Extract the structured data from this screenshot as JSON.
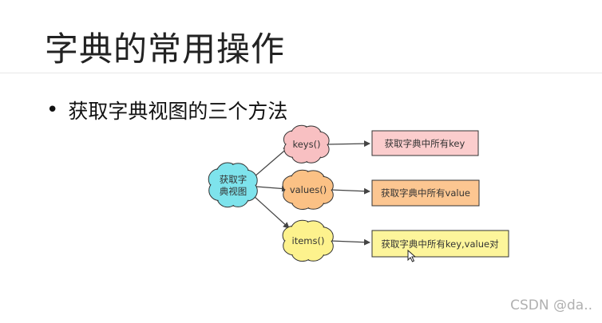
{
  "slide": {
    "title": "字典的常用操作",
    "bullet": "获取字典视图的三个方法"
  },
  "diagram": {
    "source": {
      "label_line1": "获取字",
      "label_line2": "典视图",
      "color": "#7ee3ec"
    },
    "methods": [
      {
        "label": "keys()",
        "cloud_color": "#f8c0c2",
        "box_text": "获取字典中所有key",
        "box_color": "#fbcdcd"
      },
      {
        "label": "values()",
        "cloud_color": "#fbc185",
        "box_text": "获取字典中所有value",
        "box_color": "#fcc691"
      },
      {
        "label": "items()",
        "cloud_color": "#fdf28d",
        "box_text": "获取字典中所有key,value对",
        "box_color": "#fdf59b"
      }
    ]
  },
  "watermark": "CSDN @da.."
}
